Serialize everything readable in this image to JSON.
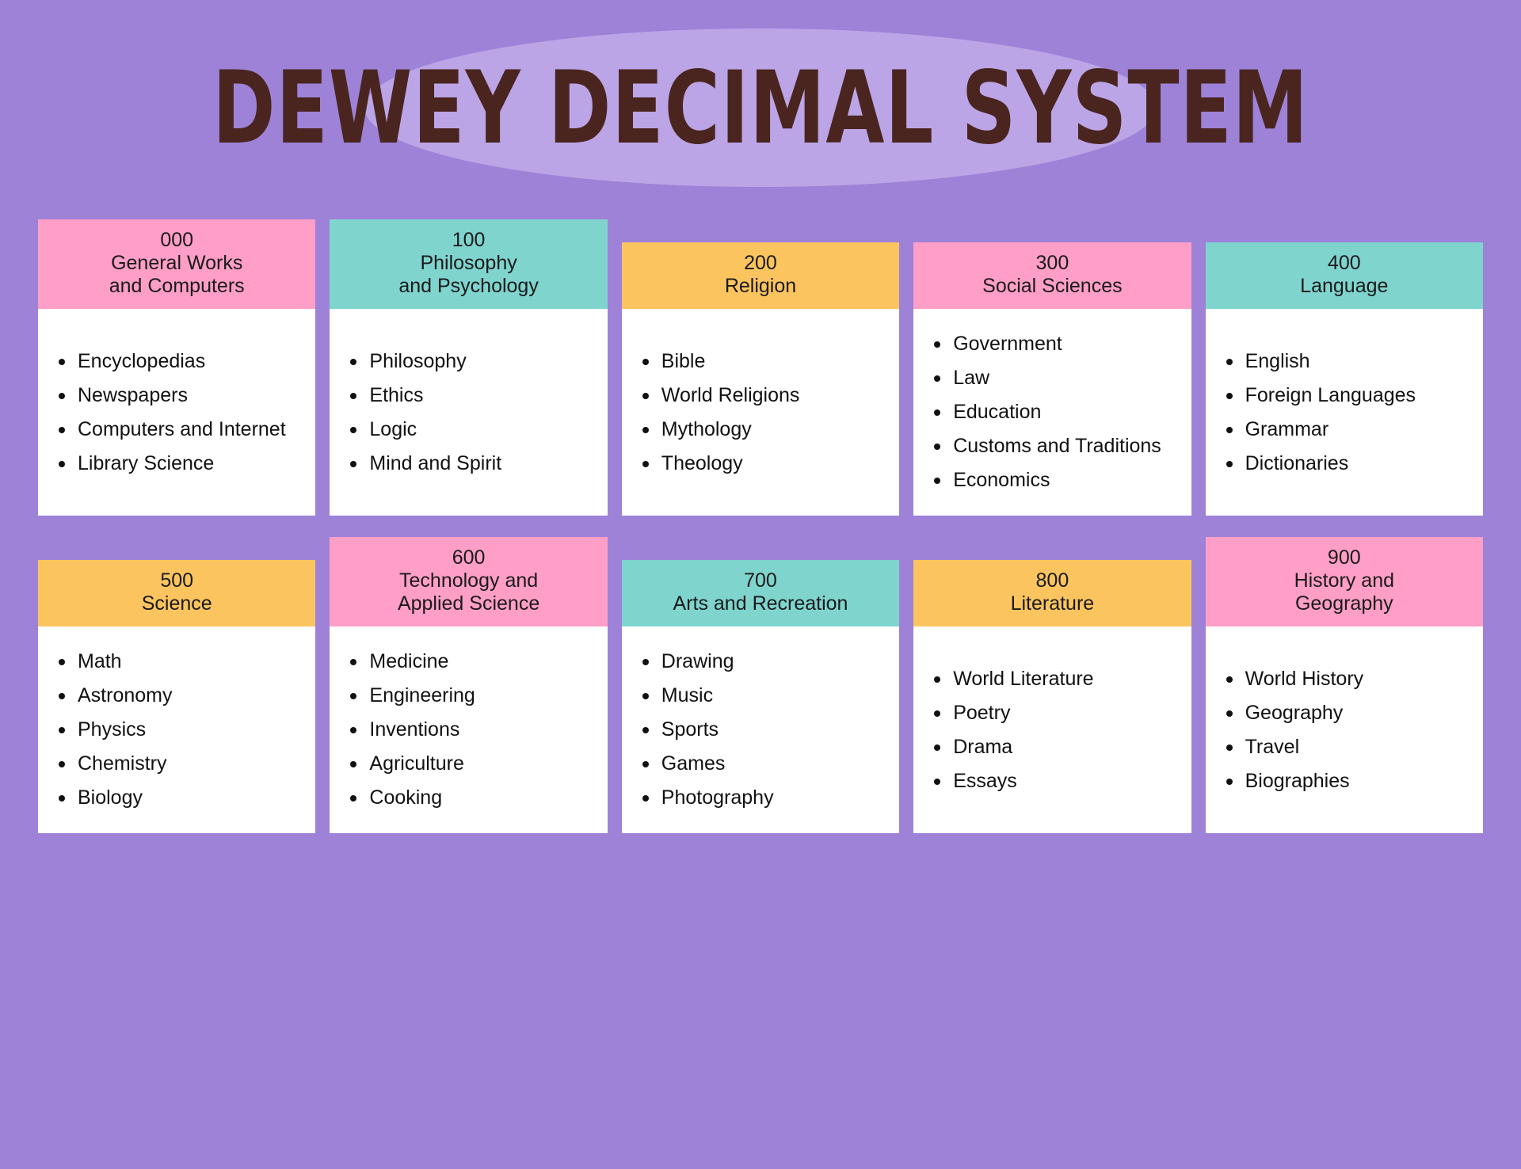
{
  "title": "DEWEY DECIMAL SYSTEM",
  "colors": {
    "background": "#9d82d8",
    "title_ellipse": "#bca5e6",
    "title_text": "#4a2520",
    "pink": "#ff9ec7",
    "teal": "#7fd4ce",
    "yellow": "#fbc45f",
    "card_body": "#ffffff",
    "text": "#111111"
  },
  "rows": [
    {
      "cards": [
        {
          "number": "000",
          "label": "General Works\nand Computers",
          "color": "pink",
          "items": [
            "Encyclopedias",
            "Newspapers",
            "Computers and Internet",
            "Library Science"
          ]
        },
        {
          "number": "100",
          "label": "Philosophy\nand Psychology",
          "color": "teal",
          "items": [
            "Philosophy",
            "Ethics",
            "Logic",
            "Mind and Spirit"
          ]
        },
        {
          "number": "200",
          "label": "Religion",
          "color": "yellow",
          "items": [
            "Bible",
            "World Religions",
            "Mythology",
            "Theology"
          ]
        },
        {
          "number": "300",
          "label": "Social Sciences",
          "color": "pink",
          "items": [
            "Government",
            "Law",
            "Education",
            "Customs and Traditions",
            "Economics"
          ]
        },
        {
          "number": "400",
          "label": "Language",
          "color": "teal",
          "items": [
            "English",
            "Foreign Languages",
            "Grammar",
            "Dictionaries"
          ]
        }
      ]
    },
    {
      "cards": [
        {
          "number": "500",
          "label": "Science",
          "color": "yellow",
          "items": [
            "Math",
            "Astronomy",
            "Physics",
            "Chemistry",
            "Biology"
          ]
        },
        {
          "number": "600",
          "label": "Technology and\nApplied Science",
          "color": "pink",
          "items": [
            "Medicine",
            "Engineering",
            "Inventions",
            "Agriculture",
            "Cooking"
          ]
        },
        {
          "number": "700",
          "label": "Arts and Recreation",
          "color": "teal",
          "items": [
            "Drawing",
            "Music",
            "Sports",
            "Games",
            "Photography"
          ]
        },
        {
          "number": "800",
          "label": "Literature",
          "color": "yellow",
          "items": [
            "World Literature",
            "Poetry",
            "Drama",
            "Essays"
          ]
        },
        {
          "number": "900",
          "label": "History and\nGeography",
          "color": "pink",
          "items": [
            "World History",
            "Geography",
            "Travel",
            "Biographies"
          ]
        }
      ]
    }
  ]
}
